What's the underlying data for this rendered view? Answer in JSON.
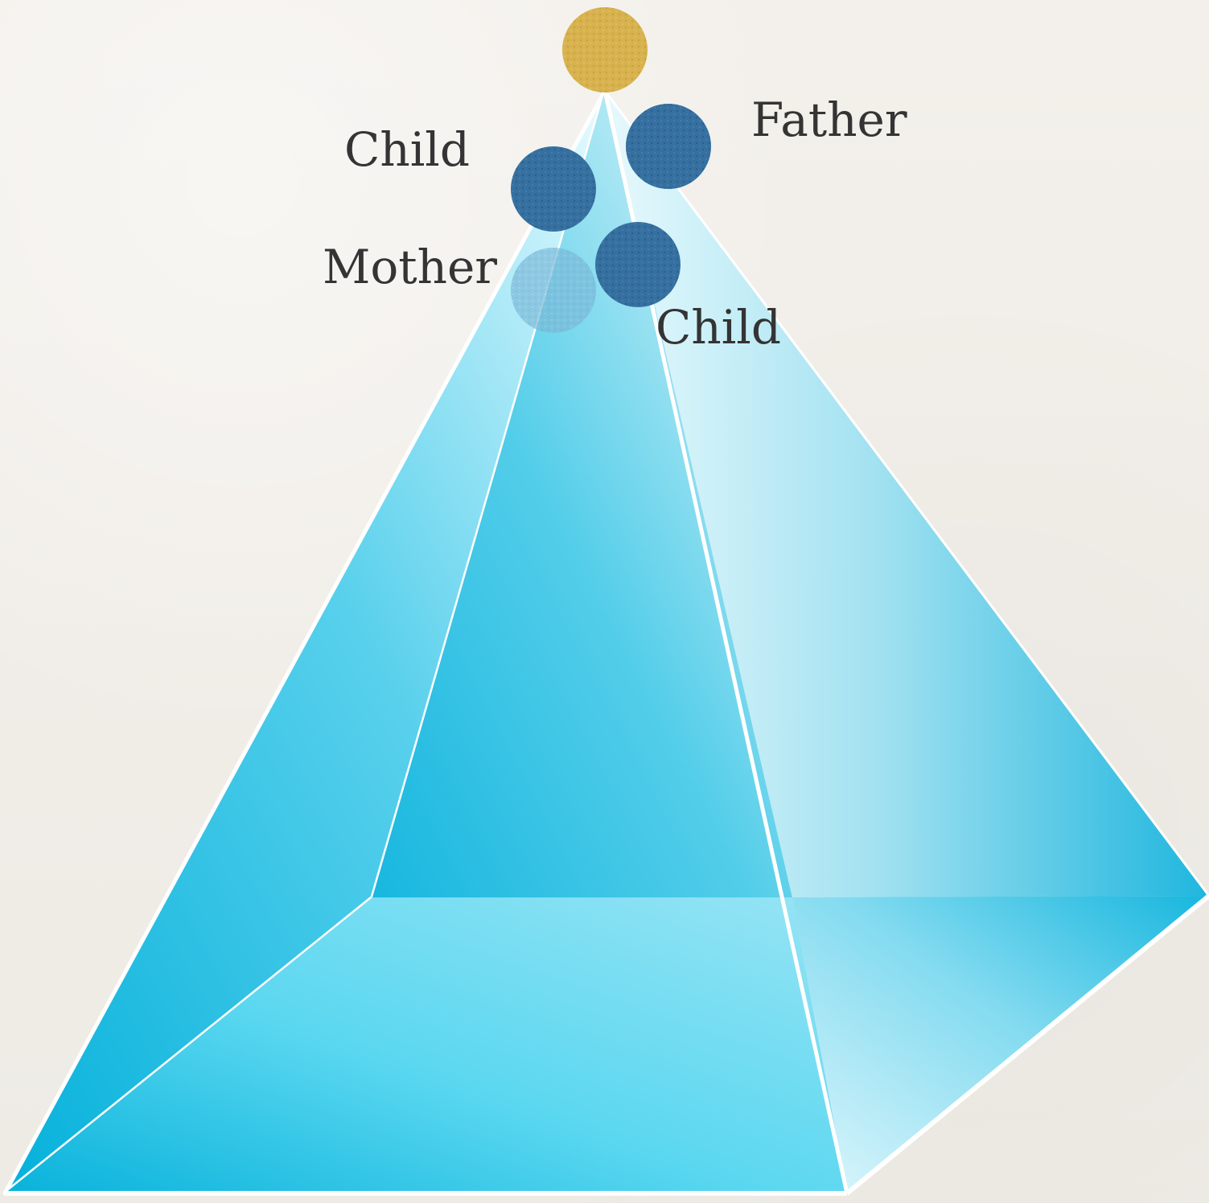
{
  "diagram": {
    "labels": {
      "father": "Father",
      "child_top": "Child",
      "mother": "Mother",
      "child_bottom": "Child"
    },
    "colors": {
      "background": "#f1eee9",
      "pyramid_light": "#dff6fb",
      "pyramid_mid": "#5fd3ee",
      "pyramid_dark": "#07b2dc",
      "apex_circle": "#d9b24e",
      "family_circle": "#2f6a98",
      "mother_circle": "#77b9d7",
      "text": "#343434"
    }
  }
}
